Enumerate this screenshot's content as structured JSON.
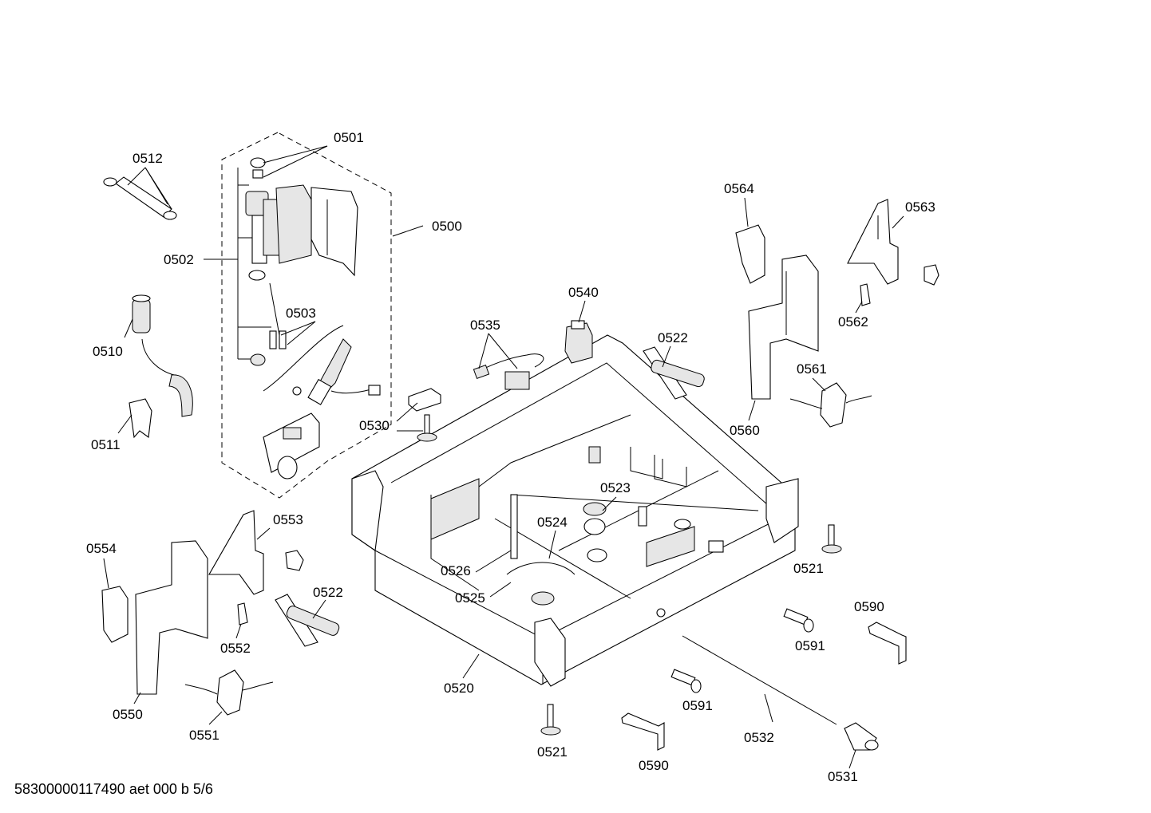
{
  "diagram": {
    "labels": {
      "l0501": "0501",
      "l0512": "0512",
      "l0500": "0500",
      "l0502": "0502",
      "l0503": "0503",
      "l0510": "0510",
      "l0511": "0511",
      "l0530": "0530",
      "l0535": "0535",
      "l0540": "0540",
      "l0522a": "0522",
      "l0564": "0564",
      "l0563": "0563",
      "l0562": "0562",
      "l0561": "0561",
      "l0560": "0560",
      "l0523": "0523",
      "l0524": "0524",
      "l0526": "0526",
      "l0525": "0525",
      "l0553": "0553",
      "l0554": "0554",
      "l0522b": "0522",
      "l0552": "0552",
      "l0550": "0550",
      "l0551": "0551",
      "l0520": "0520",
      "l0521a": "0521",
      "l0521b": "0521",
      "l0590a": "0590",
      "l0590b": "0590",
      "l0591a": "0591",
      "l0591b": "0591",
      "l0532": "0532",
      "l0531": "0531"
    },
    "footer": "58300000117490 aet 000 b 5/6"
  }
}
